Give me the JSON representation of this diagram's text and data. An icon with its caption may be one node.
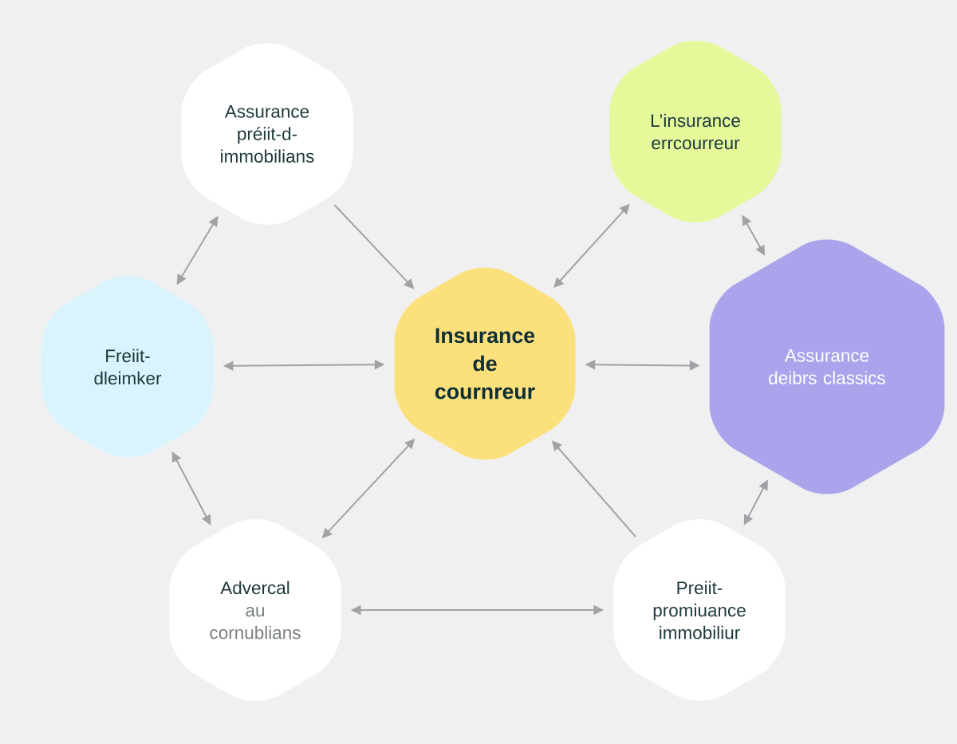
{
  "diagram": {
    "nodes": [
      {
        "text": [
          "Insurance de cournreur"
        ]
      },
      {
        "text": [
          "Assurance préiit-d- immobilians"
        ]
      },
      {
        "text": [
          "L’insurance errcourreur"
        ]
      },
      {
        "text": [
          "Freiit- dleimker"
        ]
      },
      {
        "text": [
          "Assurance deibrs classics"
        ]
      },
      {
        "text": [
          "Advercal",
          "au cornublians"
        ]
      },
      {
        "text": [
          "Preiit- promiuance immobiliur"
        ]
      }
    ],
    "edges": [
      {
        "from": 1,
        "to": 0,
        "arrow": "to"
      },
      {
        "from": 2,
        "to": 0,
        "arrow": "both"
      },
      {
        "from": 1,
        "to": 3,
        "arrow": "both"
      },
      {
        "from": 2,
        "to": 4,
        "arrow": "both"
      },
      {
        "from": 3,
        "to": 0,
        "arrow": "both"
      },
      {
        "from": 0,
        "to": 4,
        "arrow": "both"
      },
      {
        "from": 3,
        "to": 5,
        "arrow": "both"
      },
      {
        "from": 5,
        "to": 0,
        "arrow": "both"
      },
      {
        "from": 6,
        "to": 0,
        "arrow": "to"
      },
      {
        "from": 4,
        "to": 6,
        "arrow": "both"
      },
      {
        "from": 5,
        "to": 6,
        "arrow": "both"
      }
    ]
  }
}
